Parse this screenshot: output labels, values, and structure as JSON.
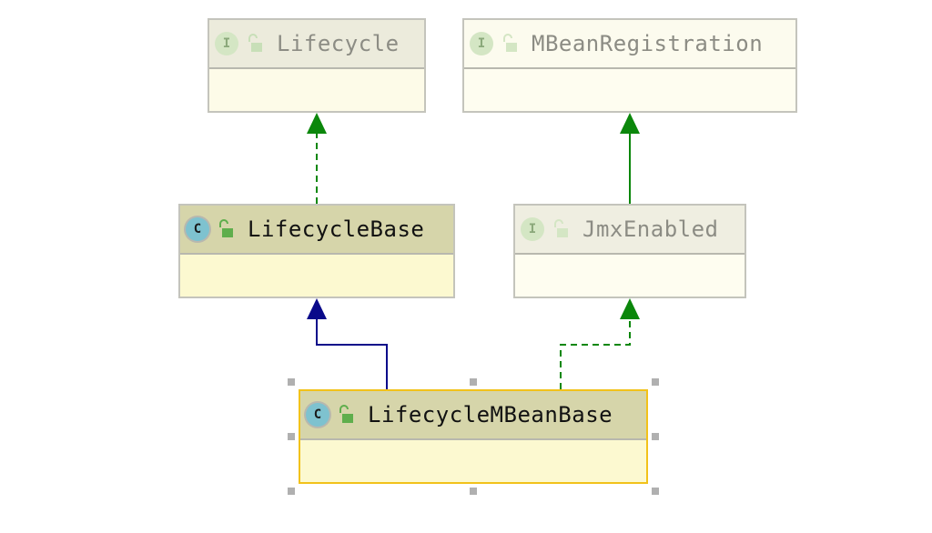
{
  "diagram": {
    "nodes": [
      {
        "id": "lifecycle",
        "name": "Lifecycle",
        "kind": "interface",
        "badge": "I"
      },
      {
        "id": "mbeanreg",
        "name": "MBeanRegistration",
        "kind": "interface",
        "badge": "I"
      },
      {
        "id": "lifecyclebase",
        "name": "LifecycleBase",
        "kind": "class",
        "badge": "C"
      },
      {
        "id": "jmxenabled",
        "name": "JmxEnabled",
        "kind": "interface",
        "badge": "I"
      },
      {
        "id": "lifecyclembeanbase",
        "name": "LifecycleMBeanBase",
        "kind": "class",
        "badge": "C",
        "selected": true
      }
    ],
    "edges": [
      {
        "from": "lifecyclebase",
        "to": "lifecycle",
        "relation": "implements"
      },
      {
        "from": "jmxenabled",
        "to": "mbeanreg",
        "relation": "extends-interface"
      },
      {
        "from": "lifecyclembeanbase",
        "to": "lifecyclebase",
        "relation": "extends"
      },
      {
        "from": "lifecyclembeanbase",
        "to": "jmxenabled",
        "relation": "implements"
      }
    ],
    "colors": {
      "realization": "#0b870b",
      "generalization": "#0a0a8a",
      "selection": "#f2c21a",
      "class_header": "#d6d5aa",
      "interface_header": "#ecebdc"
    }
  }
}
